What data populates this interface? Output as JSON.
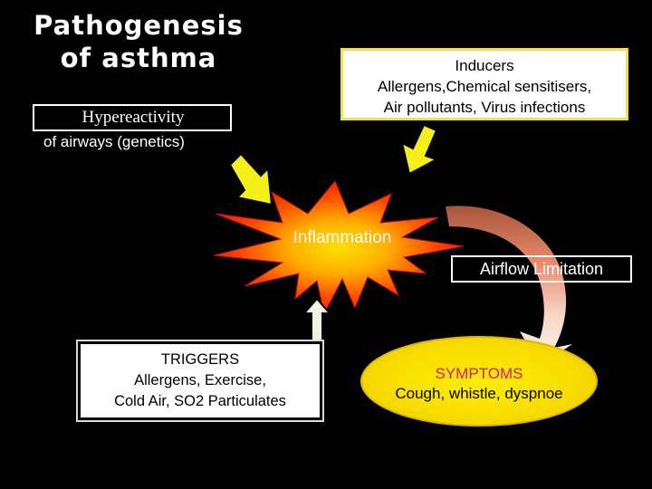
{
  "title": {
    "line1": "Pathogenesis",
    "line2": "of asthma"
  },
  "hyperreactivity": {
    "title": "Hypereactivity",
    "subtitle": "of airways (genetics)"
  },
  "inducers": {
    "title": "Inducers",
    "line1": "Allergens,Chemical sensitisers,",
    "line2": "Air pollutants, Virus infections"
  },
  "inflammation": {
    "label": "Inflammation"
  },
  "airflow": {
    "label": "Airflow Limitation"
  },
  "triggers": {
    "title": "TRIGGERS",
    "line1": "Allergens, Exercise,",
    "line2": "Cold Air, SO2 Particulates"
  },
  "symptoms": {
    "title": "SYMPTOMS",
    "line1": "Cough, whistle, dyspnoe"
  },
  "colors": {
    "background": "#000000",
    "arrow_yellow": "#f5ef1a",
    "starburst_outer": "#ff2a00",
    "starburst_inner": "#ffd000",
    "symptoms_fill": "#f8dc00",
    "symptoms_title": "#d21d77",
    "inducers_border": "#f2e24a"
  }
}
